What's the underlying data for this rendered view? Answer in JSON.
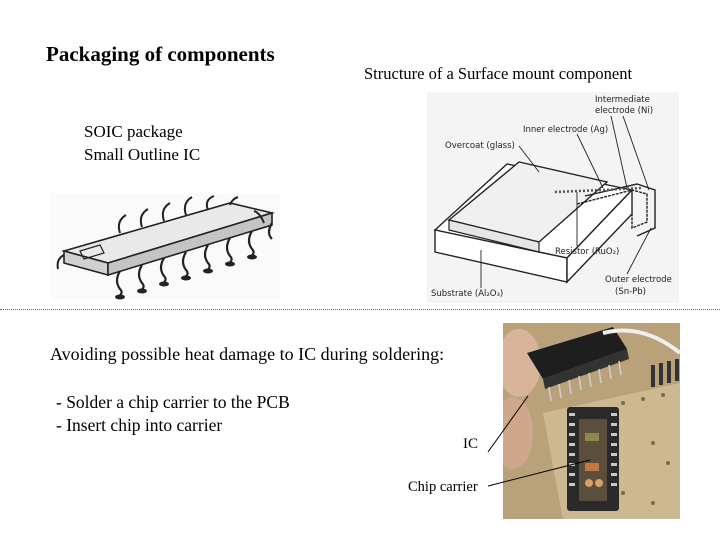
{
  "slide": {
    "title": "Packaging of components",
    "subtitle": "Structure of a Surface mount component",
    "soic_line1": "SOIC package",
    "soic_line2": "Small Outline IC",
    "avoid_text": "Avoiding possible heat damage to IC during soldering:",
    "step1": "- Solder a chip carrier to the PCB",
    "step2": "- Insert chip into carrier",
    "label_ic": "IC",
    "label_carrier": "Chip carrier"
  },
  "smd_diagram": {
    "intermediate_1": "Intermediate",
    "intermediate_2": "electrode (Ni)",
    "inner": "Inner electrode (Ag)",
    "overcoat": "Overcoat (glass)",
    "resistor": "Resistor (RuO₂)",
    "outer_1": "Outer electrode",
    "outer_2": "(Sn-Pb)",
    "substrate": "Substrate (Al₂O₃)"
  }
}
